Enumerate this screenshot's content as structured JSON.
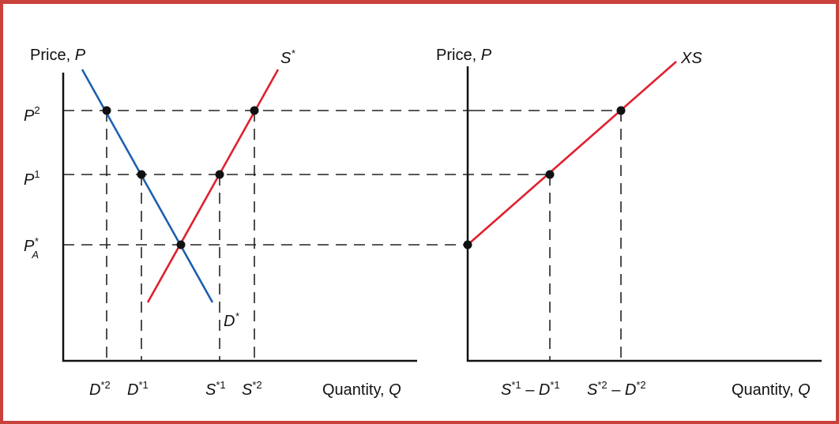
{
  "colors": {
    "frame": "#c8413a",
    "supply": "#e0202e",
    "demand": "#1f5fb0",
    "guides": "#222222"
  },
  "left_panel": {
    "y_axis_title": "Price, ",
    "y_axis_var": "P",
    "x_axis_title": "Quantity, ",
    "x_axis_var": "Q",
    "supply_curve": {
      "letter": "S",
      "mark": "*"
    },
    "demand_curve": {
      "letter": "D",
      "mark": "*"
    },
    "price_ticks": [
      {
        "base": "P",
        "sup": "2"
      },
      {
        "base": "P",
        "sup": "1"
      },
      {
        "base": "P",
        "sup": "*",
        "sub": "A"
      }
    ],
    "quantity_ticks": [
      {
        "base": "D",
        "sup": "*2"
      },
      {
        "base": "D",
        "sup": "*1"
      },
      {
        "base": "S",
        "sup": "*1"
      },
      {
        "base": "S",
        "sup": "*2"
      }
    ]
  },
  "right_panel": {
    "y_axis_title": "Price, ",
    "y_axis_var": "P",
    "x_axis_title": "Quantity, ",
    "x_axis_var": "Q",
    "curve_label": "XS",
    "quantity_ticks": [
      {
        "a": "S",
        "a_sup": "*1",
        "minus": " – ",
        "b": "D",
        "b_sup": "*1"
      },
      {
        "a": "S",
        "a_sup": "*2",
        "minus": " – ",
        "b": "D",
        "b_sup": "*2"
      }
    ]
  }
}
